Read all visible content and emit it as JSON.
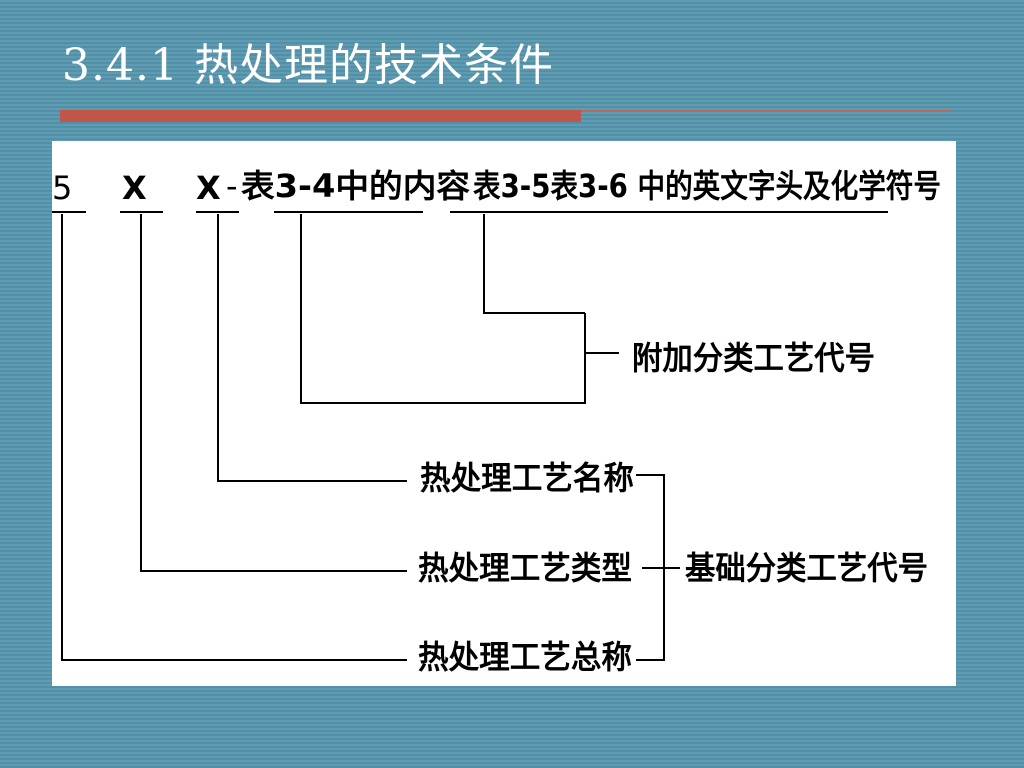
{
  "slide": {
    "title": "3.4.1 热处理的技术条件",
    "colors": {
      "background": "#5b97ad",
      "accent_bar": "#c0564a",
      "title_text": "#ffffff",
      "panel": "#ffffff"
    }
  },
  "diagram": {
    "code": {
      "digit": "5",
      "x1": "X",
      "x2": "X",
      "dash": "-"
    },
    "header_text": {
      "part_a": "表3-4中的内容",
      "part_b": "表3-5表3-6 中的英文字头及化学符号"
    },
    "labels": {
      "additional_code": "附加分类工艺代号",
      "process_name": "热处理工艺名称",
      "process_type": "热处理工艺类型",
      "process_general": "热处理工艺总称",
      "basic_code": "基础分类工艺代号"
    }
  }
}
